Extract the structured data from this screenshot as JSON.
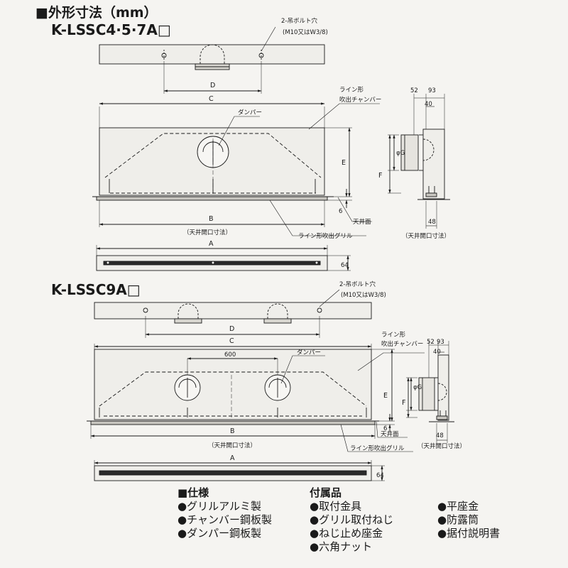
{
  "title": "■外形寸法（mm）",
  "model1": "K-LSSC4·5·7A□",
  "model2": "K-LSSC9A□",
  "labels": {
    "bolt_hole": "2-吊ボルト穴",
    "bolt_spec": "(M10又はW3/8)",
    "chamber": "ライン形",
    "chamber2": "吹出チャンバー",
    "damper": "ダンパー",
    "ceiling": "天井面",
    "grille": "ライン形吹出グリル",
    "opening": "（天井開口寸法）",
    "dim_A": "A",
    "dim_B": "B",
    "dim_C": "C",
    "dim_D": "D",
    "dim_E": "E",
    "dim_F": "F",
    "dim_G": "φG",
    "dim_6": "6",
    "dim_52": "52",
    "dim_93": "93",
    "dim_40": "40",
    "dim_48": "48",
    "dim_64": "64",
    "dim_600": "600"
  },
  "spec": {
    "heading": "■仕様",
    "items": [
      "●グリルアルミ製",
      "●チャンバー鋼板製",
      "●ダンパー鋼板製"
    ]
  },
  "accessories": {
    "heading": "付属品",
    "col1": [
      "●取付金具",
      "●グリル取付ねじ",
      "●ねじ止め座金",
      "●六角ナット"
    ],
    "col2": [
      "●平座金",
      "●防露筒",
      "●据付説明書"
    ]
  }
}
